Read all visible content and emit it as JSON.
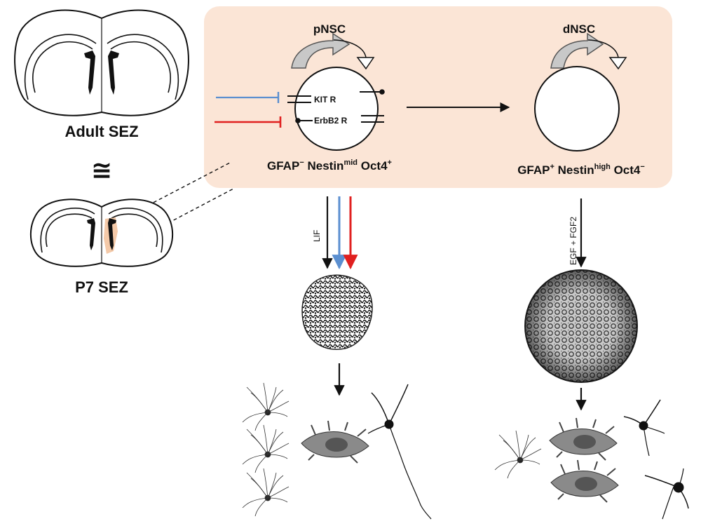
{
  "left": {
    "adult_label": "Adult SEZ",
    "approx_symbol": "≅",
    "p7_label": "P7 SEZ"
  },
  "pnsc": {
    "title": "pNSC",
    "receptor_kit": "KIT R",
    "receptor_erbb2": "ErbB2 R",
    "marker": {
      "gfap": "GFAP",
      "gfap_sup": "−",
      "nestin": "Nestin",
      "nestin_sup": "mid",
      "oct4": "Oct4",
      "oct4_sup": "+"
    }
  },
  "dnsc": {
    "title": "dNSC",
    "marker": {
      "gfap": "GFAP",
      "gfap_sup": "+",
      "nestin": "Nestin",
      "nestin_sup": "high",
      "oct4": "Oct4",
      "oct4_sup": "−"
    }
  },
  "pathways": {
    "lif_label": "LIF",
    "egf_label": "EGF + FGF2"
  },
  "colors": {
    "panel_fill": "#fbe5d6",
    "kit_arrow": "#5b8fd0",
    "erbb2_arrow": "#e0201f",
    "highlight": "#f4c9a8",
    "curved_arrow_fill": "#c8c8c8"
  }
}
